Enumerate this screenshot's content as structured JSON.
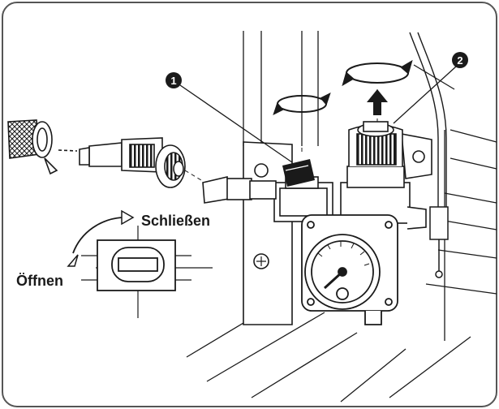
{
  "labels": {
    "callout_1": "1",
    "callout_2": "2",
    "close_label": "Schließen",
    "open_label": "Öffnen"
  },
  "colors": {
    "ink": "#1a1a1a",
    "paper": "#ffffff",
    "frame": "#555555"
  },
  "icons": {
    "rotate_left": "rotate-arrow-icon",
    "rotate_right": "rotate-arrow-icon",
    "up_arrow": "up-arrow-icon"
  }
}
